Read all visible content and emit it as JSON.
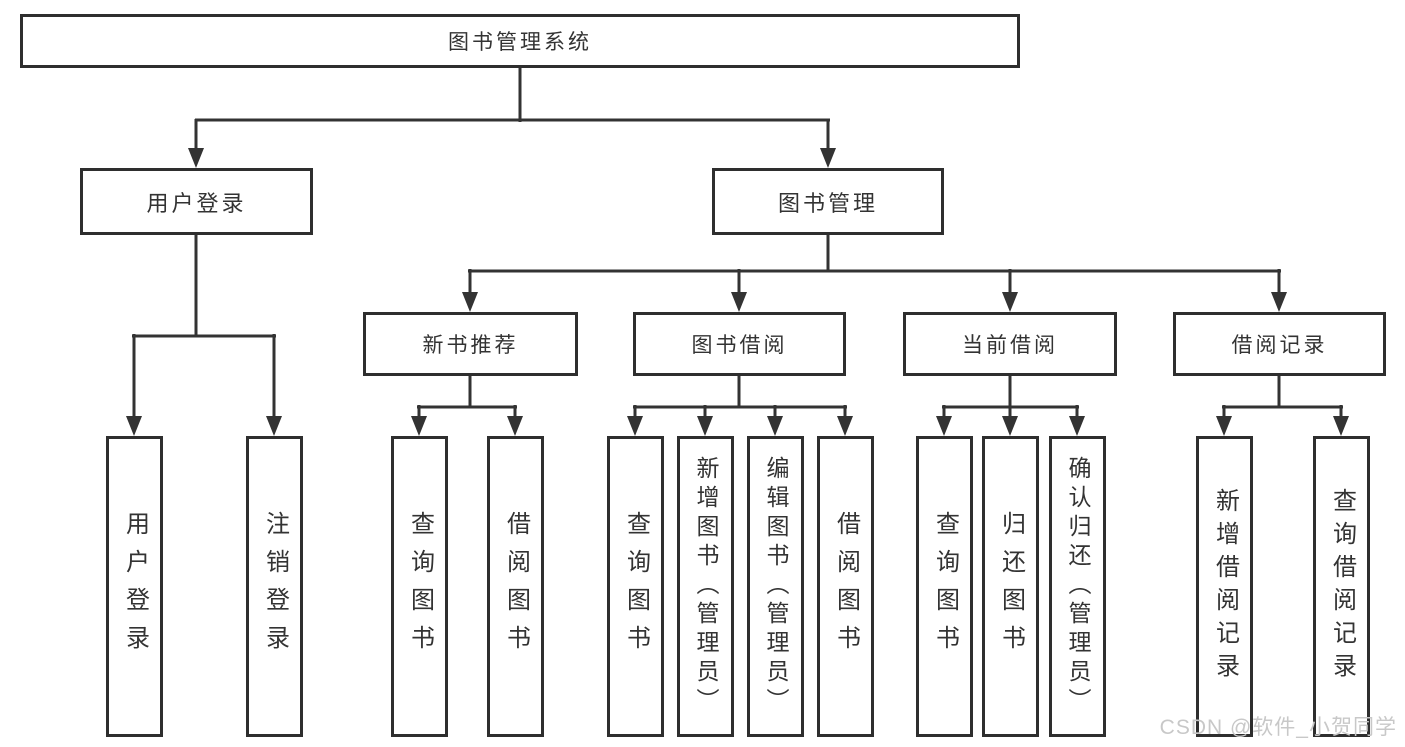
{
  "diagram": {
    "root": "图书管理系统",
    "branches": {
      "user_login": "用户登录",
      "book_management": "图书管理"
    },
    "modules": {
      "new_book": "新书推荐",
      "book_borrow": "图书借阅",
      "current_borrow": "当前借阅",
      "borrow_record": "借阅记录"
    },
    "leaves": {
      "user_login": "用户登录",
      "logout": "注销登录",
      "nb_query": "查询图书",
      "nb_borrow": "借阅图书",
      "bb_query": "查询图书",
      "bb_add": "新增图书（管理员）",
      "bb_edit": "编辑图书（管理员）",
      "bb_borrow": "借阅图书",
      "cb_query": "查询图书",
      "cb_return": "归还图书",
      "cb_confirm": "确认归还（管理员）",
      "br_add": "新增借阅记录",
      "br_query": "查询借阅记录"
    }
  },
  "colors": {
    "line": "#333333",
    "box_border": "#2e2e2e",
    "box_fill": "#ffffff",
    "text": "#333333",
    "watermark": "#c8c8c8"
  },
  "watermark": "CSDN @软件_小贺同学"
}
